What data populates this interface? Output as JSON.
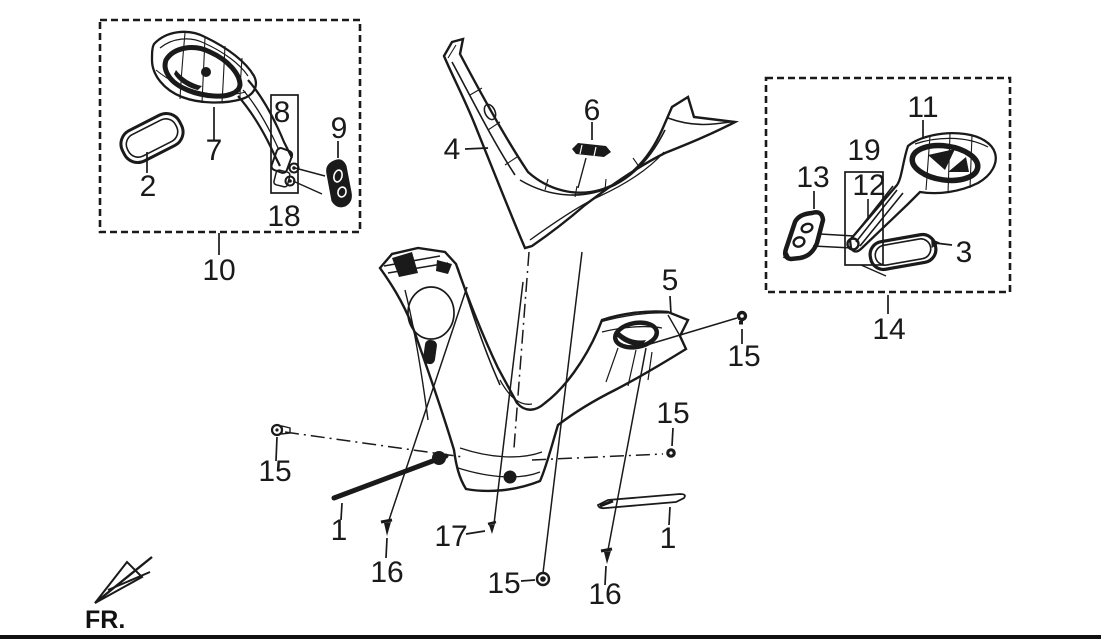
{
  "figure": {
    "kind": "exploded-parts-diagram",
    "background_color": "#ffffff",
    "line_color": "#1a1a1a"
  },
  "direction_indicator": {
    "label": "FR."
  },
  "callouts": {
    "p1_left": "1",
    "p1_right": "1",
    "p2": "2",
    "p3": "3",
    "p4": "4",
    "p5": "5",
    "p6": "6",
    "p7": "7",
    "p8": "8",
    "p9": "9",
    "p10": "10",
    "p11": "11",
    "p12": "12",
    "p13": "13",
    "p14": "14",
    "p15_a": "15",
    "p15_b": "15",
    "p15_c": "15",
    "p15_d": "15",
    "p16_a": "16",
    "p16_b": "16",
    "p17": "17",
    "p18": "18",
    "p19": "19"
  }
}
